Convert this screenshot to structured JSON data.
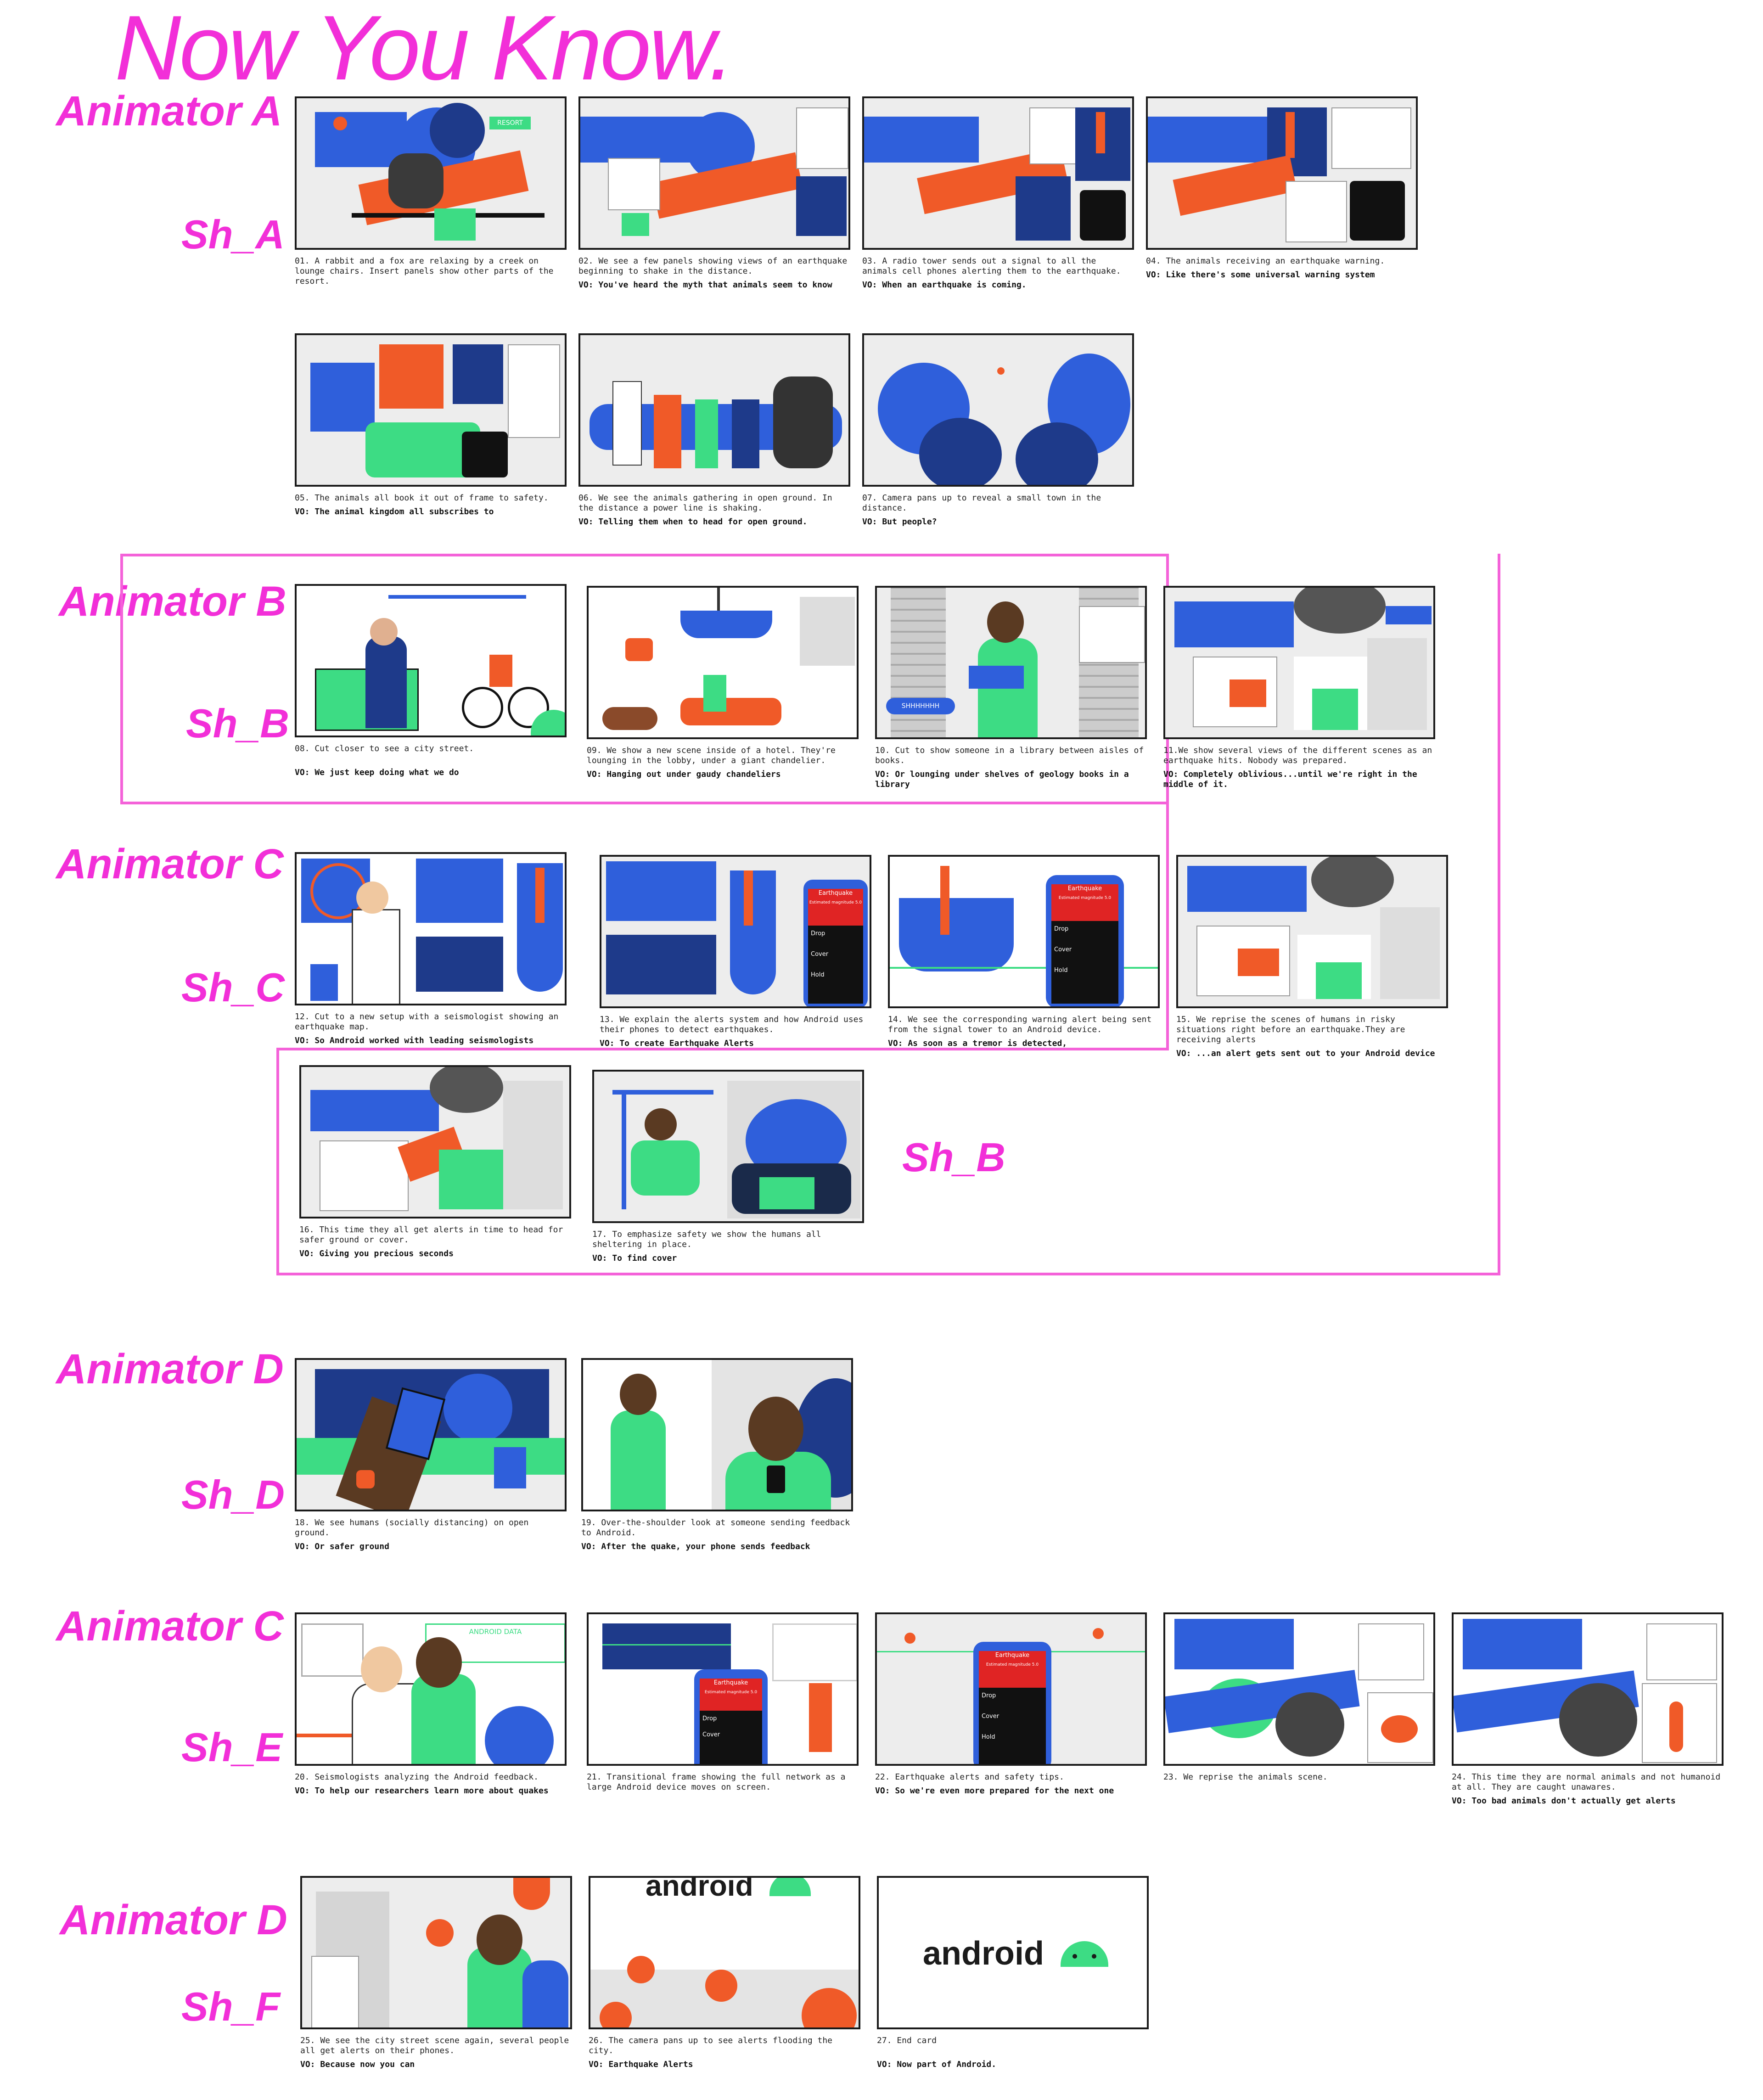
{
  "title": "Now You Know.",
  "colors": {
    "accent": "#f22fd8",
    "blue": "#2f5fdb",
    "green": "#3ddc84",
    "orange": "#f05a28",
    "dark": "#1e3a8a"
  },
  "labels": {
    "animator_a": "Animator A",
    "sh_a": "Sh_A",
    "animator_b": "Animator B",
    "sh_b": "Sh_B",
    "sh_b2": "Sh_B",
    "animator_c": "Animator C",
    "sh_c": "Sh_C",
    "animator_d": "Animator D",
    "sh_d": "Sh_D",
    "animator_c2": "Animator C",
    "sh_e": "Sh_E",
    "animator_d2": "Animator D",
    "sh_f": "Sh_F"
  },
  "panels": [
    {
      "desc": "01. A rabbit and a fox are relaxing by a creek on lounge chairs. Insert panels show other parts of the resort.",
      "vo": ""
    },
    {
      "desc": "02. We see a few panels showing views of an earthquake beginning to shake in the distance.",
      "vo": "VO: You've heard the myth that animals seem to know"
    },
    {
      "desc": "03. A radio tower sends out a signal to all the animals cell phones alerting them to the earthquake.",
      "vo": "VO: When an earthquake is coming."
    },
    {
      "desc": "04. The animals receiving an earthquake warning.",
      "vo": "VO: Like there's some universal warning system"
    },
    {
      "desc": "05. The animals all book it out of frame to safety.",
      "vo": "VO: The animal kingdom all subscribes to"
    },
    {
      "desc": "06. We see the animals gathering in open ground. In the distance a power line is shaking.",
      "vo": "VO: Telling them when to head for open ground."
    },
    {
      "desc": "07. Camera pans up to reveal a small town in the distance.",
      "vo": "VO: But people?"
    },
    {
      "desc": "08. Cut closer to see a city street.",
      "vo": "VO: We just keep doing what we do"
    },
    {
      "desc": "09.  We show a new scene inside of a hotel. They're lounging in the lobby, under a giant chandelier.",
      "vo": "VO: Hanging out under gaudy chandeliers"
    },
    {
      "desc": "10. Cut to show someone in a library between aisles of books.",
      "vo": "VO: Or lounging under shelves of geology books in a library"
    },
    {
      "desc": "11.We show several views of the different scenes as an earthquake hits. Nobody was prepared.",
      "vo": "VO: Completely oblivious...until we're right in the middle of it."
    },
    {
      "desc": "12. Cut to a new setup with a seismologist showing an earthquake map.",
      "vo": "VO: So Android worked with leading seismologists"
    },
    {
      "desc": "13. We explain the alerts system and how Android uses their phones to detect earthquakes.",
      "vo": "VO: To create Earthquake Alerts"
    },
    {
      "desc": "14. We see the corresponding warning alert being sent from the signal tower to an Android device.",
      "vo": "VO: As soon as a tremor is detected,"
    },
    {
      "desc": "15. We reprise the scenes of humans in risky situations right before an earthquake.They are receiving alerts",
      "vo": "VO: ...an alert gets sent out to your Android device"
    },
    {
      "desc": "16. This time they all get alerts in time to head for safer ground or cover.",
      "vo": "VO: Giving you precious seconds"
    },
    {
      "desc": "17. To emphasize safety we show the humans all sheltering in place.",
      "vo": "VO: To find cover"
    },
    {
      "desc": "18. We see humans (socially distancing) on open ground.",
      "vo": "VO: Or safer ground"
    },
    {
      "desc": "19. Over-the-shoulder look at someone sending feedback to Android.",
      "vo": "VO: After the quake, your phone sends feedback"
    },
    {
      "desc": "20.  Seismologists analyzing the Android feedback.",
      "vo": "VO: To help our researchers learn more about quakes"
    },
    {
      "desc": "21. Transitional frame showing the full network as a large Android device moves on screen.",
      "vo": ""
    },
    {
      "desc": "22. Earthquake alerts and safety tips.",
      "vo": "VO: So we're even more prepared for the next one"
    },
    {
      "desc": "23. We reprise the animals scene.",
      "vo": ""
    },
    {
      "desc": "24. This time they are normal animals and not humanoid at all. They are caught unawares.",
      "vo": "VO: Too bad animals don't actually get alerts"
    },
    {
      "desc": "25. We see the city street scene again, several people all get alerts on their phones.",
      "vo": "VO: Because now you can"
    },
    {
      "desc": "26. The camera pans up to see alerts flooding the city.",
      "vo": "VO: Earthquake Alerts"
    },
    {
      "desc": "27. End card",
      "vo": "VO: Now part of Android."
    }
  ],
  "thumb_text": {
    "resort_sign": "RESORT",
    "library_sound": "SHHHHHHH",
    "android_data": "ANDROID DATA",
    "phone_title": "Earthquake",
    "phone_sub": "Estimated magnitude 5.0",
    "drop": "Drop",
    "cover": "Cover",
    "hold": "Hold",
    "android_logo": "android"
  }
}
